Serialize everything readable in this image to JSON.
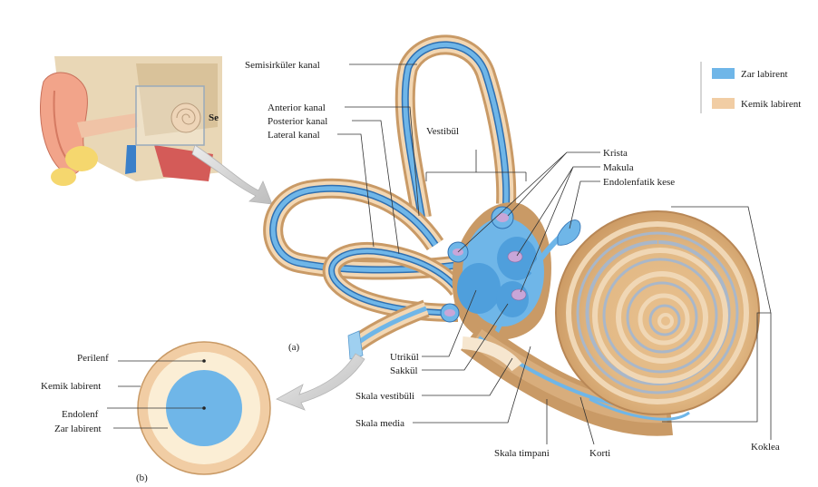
{
  "legend": {
    "items": [
      {
        "label": "Zar labirent",
        "color": "#6fb6e8"
      },
      {
        "label": "Kemik labirent",
        "color": "#f1cda4"
      }
    ]
  },
  "labels": {
    "semisirkuler": "Semisirküler kanal",
    "anterior": "Anterior kanal",
    "posterior": "Posterior kanal",
    "lateral": "Lateral kanal",
    "vestibul": "Vestibül",
    "krista": "Krista",
    "makula": "Makula",
    "endolenfatik_kese": "Endolenfatik kese",
    "utrikul": "Utrikül",
    "sakkul": "Sakkül",
    "skala_vestibuli": "Skala vestibüli",
    "skala_media": "Skala media",
    "skala_timpani": "Skala timpani",
    "korti": "Korti",
    "koklea": "Koklea",
    "se": "Se",
    "panel_a": "(a)",
    "panel_b": "(b)"
  },
  "cross_section": {
    "perilenf": "Perilenf",
    "kemik_labirent": "Kemik labirent",
    "endolenf": "Endolenf",
    "zar_labirent": "Zar labirent"
  },
  "colors": {
    "bone": "#c99a66",
    "bone_light": "#f3d7b3",
    "membrane": "#6fb6e8",
    "membrane_dark": "#2f6fb0",
    "perilymph": "#fbeed5",
    "arrow": "#cfcfcf"
  }
}
